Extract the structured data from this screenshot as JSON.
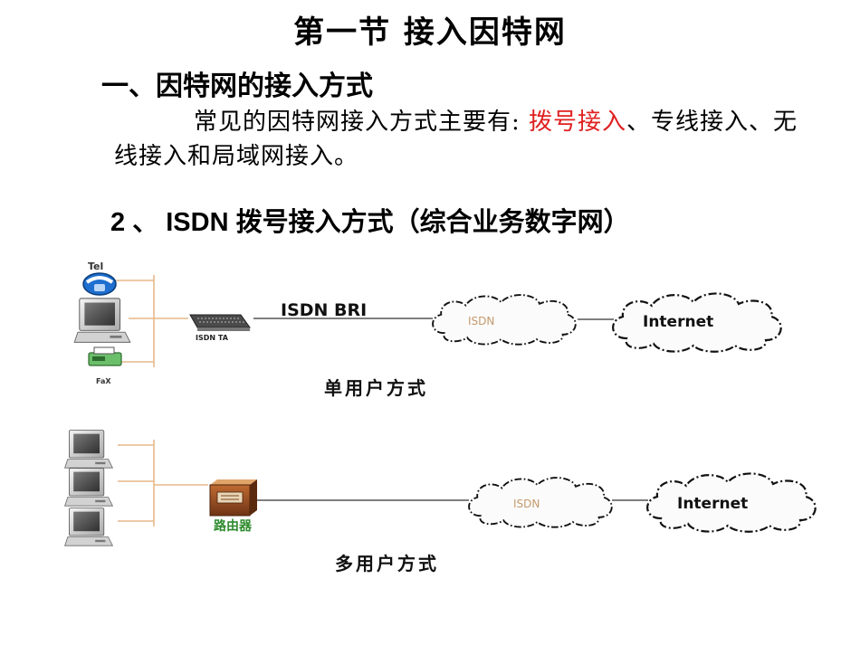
{
  "title": "第一节  接入因特网",
  "section_heading": "一、因特网的接入方式",
  "paragraph": {
    "text_before": "常见的因特网接入方式主要有: ",
    "highlight": "拨号接入",
    "text_after": "、专线接入、无线接入和局域网接入。"
  },
  "subheading": "2 、 ISDN 拨号接入方式（综合业务数字网）",
  "diagram": {
    "single": {
      "tel_label": "Tel",
      "fax_label": "FaX",
      "ta_label": "ISDN TA",
      "link_label": "ISDN BRI",
      "isdn_cloud": "ISDN",
      "internet_cloud": "Internet",
      "caption": "单用户方式"
    },
    "multi": {
      "router_label": "路由器",
      "isdn_cloud": "ISDN",
      "internet_cloud": "Internet",
      "caption": "多用户方式"
    }
  },
  "colors": {
    "highlight": "#e02020",
    "line": "#e6b98a",
    "router_label": "#2e8b2e"
  }
}
